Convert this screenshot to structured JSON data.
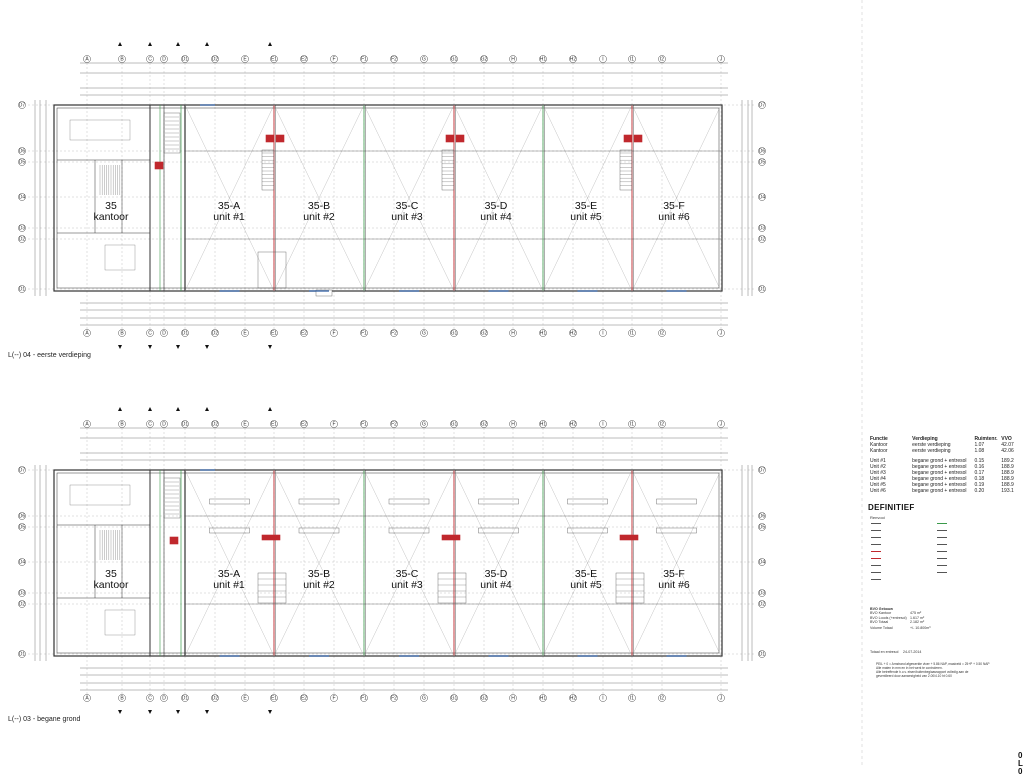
{
  "plans": [
    {
      "name": "upper",
      "title": "L(--) 04 - eerste verdieping",
      "office_label": [
        "35",
        "kantoor"
      ],
      "units": [
        [
          "35-A",
          "unit #1"
        ],
        [
          "35-B",
          "unit #2"
        ],
        [
          "35-C",
          "unit #3"
        ],
        [
          "35-D",
          "unit #4"
        ],
        [
          "35-E",
          "unit #5"
        ],
        [
          "35-F",
          "unit #6"
        ]
      ]
    },
    {
      "name": "lower",
      "title": "L(--) 03 - begane grond",
      "office_label": [
        "35",
        "kantoor"
      ],
      "units": [
        [
          "35-A",
          "unit #1"
        ],
        [
          "35-B",
          "unit #2"
        ],
        [
          "35-C",
          "unit #3"
        ],
        [
          "35-D",
          "unit #4"
        ],
        [
          "35-E",
          "unit #5"
        ],
        [
          "35-F",
          "unit #6"
        ]
      ]
    }
  ],
  "grid_columns": [
    "A",
    "B",
    "C",
    "D",
    "D1",
    "D2",
    "E",
    "E1",
    "E2",
    "F",
    "F1",
    "F2",
    "G",
    "G1",
    "G2",
    "H",
    "H1",
    "H2",
    "I",
    "I1",
    "I2",
    "J"
  ],
  "grid_rows": [
    "D7",
    "D6",
    "D5",
    "D4",
    "D3",
    "D2",
    "D1"
  ],
  "colors": {
    "line": "#555555",
    "wall": "#333333",
    "grid": "#9a9a9a",
    "red": "#c0282d",
    "green": "#3a9a4a"
  },
  "table": {
    "headers": [
      "Functie",
      "Verdieping",
      "Ruimtenr.",
      "VVO"
    ],
    "rows": [
      [
        "Kantoor",
        "eerste verdieping",
        "1.07",
        "42.07"
      ],
      [
        "Kantoor",
        "eerste verdieping",
        "1.08",
        "42.06"
      ],
      [
        "Unit #1",
        "begane grond + entresol",
        "0.15",
        "189.2"
      ],
      [
        "Unit #2",
        "begane grond + entresol",
        "0.16",
        "188.9"
      ],
      [
        "Unit #3",
        "begane grond + entresol",
        "0.17",
        "188.9"
      ],
      [
        "Unit #4",
        "begane grond + entresol",
        "0.18",
        "188.9"
      ],
      [
        "Unit #5",
        "begane grond + entresol",
        "0.19",
        "188.9"
      ],
      [
        "Unit #6",
        "begane grond + entresol",
        "0.20",
        "193.1"
      ]
    ]
  },
  "status": "DEFINITIEF",
  "legend_title": "Renvooi",
  "bvo": {
    "title": "BVO Gebouw",
    "rows": [
      [
        "BVO Kantoor",
        "475 m²"
      ],
      [
        "BVO Loods (+entresol)",
        "1.617 m²"
      ],
      [
        "BVO Totaal",
        "2.182 m²"
      ]
    ],
    "volume": [
      "Volume Totaal",
      "+/- 10.800m³"
    ]
  },
  "total_line": [
    "Totaal en entresol",
    "24-07-2014"
  ],
  "notes": [
    "PEIL + 0 = Arnstrand afgewerkte vloer + 5.86 NAP, maaiveld = 25+P + 0.50 NAP",
    "Alle maten in mm en in het werk te controleren.",
    "Alle betreffende h.o.v. eisen/buitenbeglaasrapport volledig aan de",
    "geventileerd door aanwezigheid van 2.00/4.10 ht 0.60"
  ],
  "rev": [
    "0",
    "L",
    "0"
  ]
}
